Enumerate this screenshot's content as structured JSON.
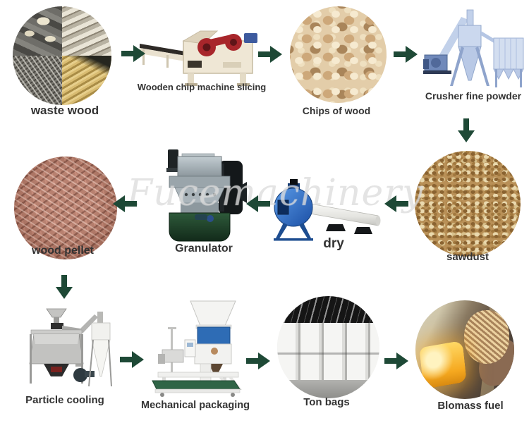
{
  "watermark": {
    "text": "Fucemachinery"
  },
  "colors": {
    "arrow": "#1e4936",
    "label": "#333333",
    "background": "#ffffff",
    "watermark": "rgba(198,198,198,0.48)"
  },
  "process": {
    "stages": [
      {
        "label": "waste wood",
        "kind": "photo"
      },
      {
        "label": "Wooden chip machine slicing",
        "kind": "machine"
      },
      {
        "label": "Chips of wood",
        "kind": "photo"
      },
      {
        "label": "Crusher fine powder",
        "kind": "machine"
      },
      {
        "label": "sawdust",
        "kind": "photo"
      },
      {
        "label": "dry",
        "kind": "machine"
      },
      {
        "label": "Granulator",
        "kind": "machine"
      },
      {
        "label": "wood pellet",
        "kind": "photo"
      },
      {
        "label": "Particle cooling",
        "kind": "machine"
      },
      {
        "label": "Mechanical packaging",
        "kind": "machine"
      },
      {
        "label": "Ton bags",
        "kind": "photo"
      },
      {
        "label": "Blomass fuel",
        "kind": "photo"
      }
    ],
    "flow_order": [
      "waste wood",
      "Wooden chip machine slicing",
      "Chips of wood",
      "Crusher fine powder",
      "sawdust",
      "dry",
      "Granulator",
      "wood pellet",
      "Particle cooling",
      "Mechanical packaging",
      "Ton bags",
      "Blomass fuel"
    ]
  }
}
